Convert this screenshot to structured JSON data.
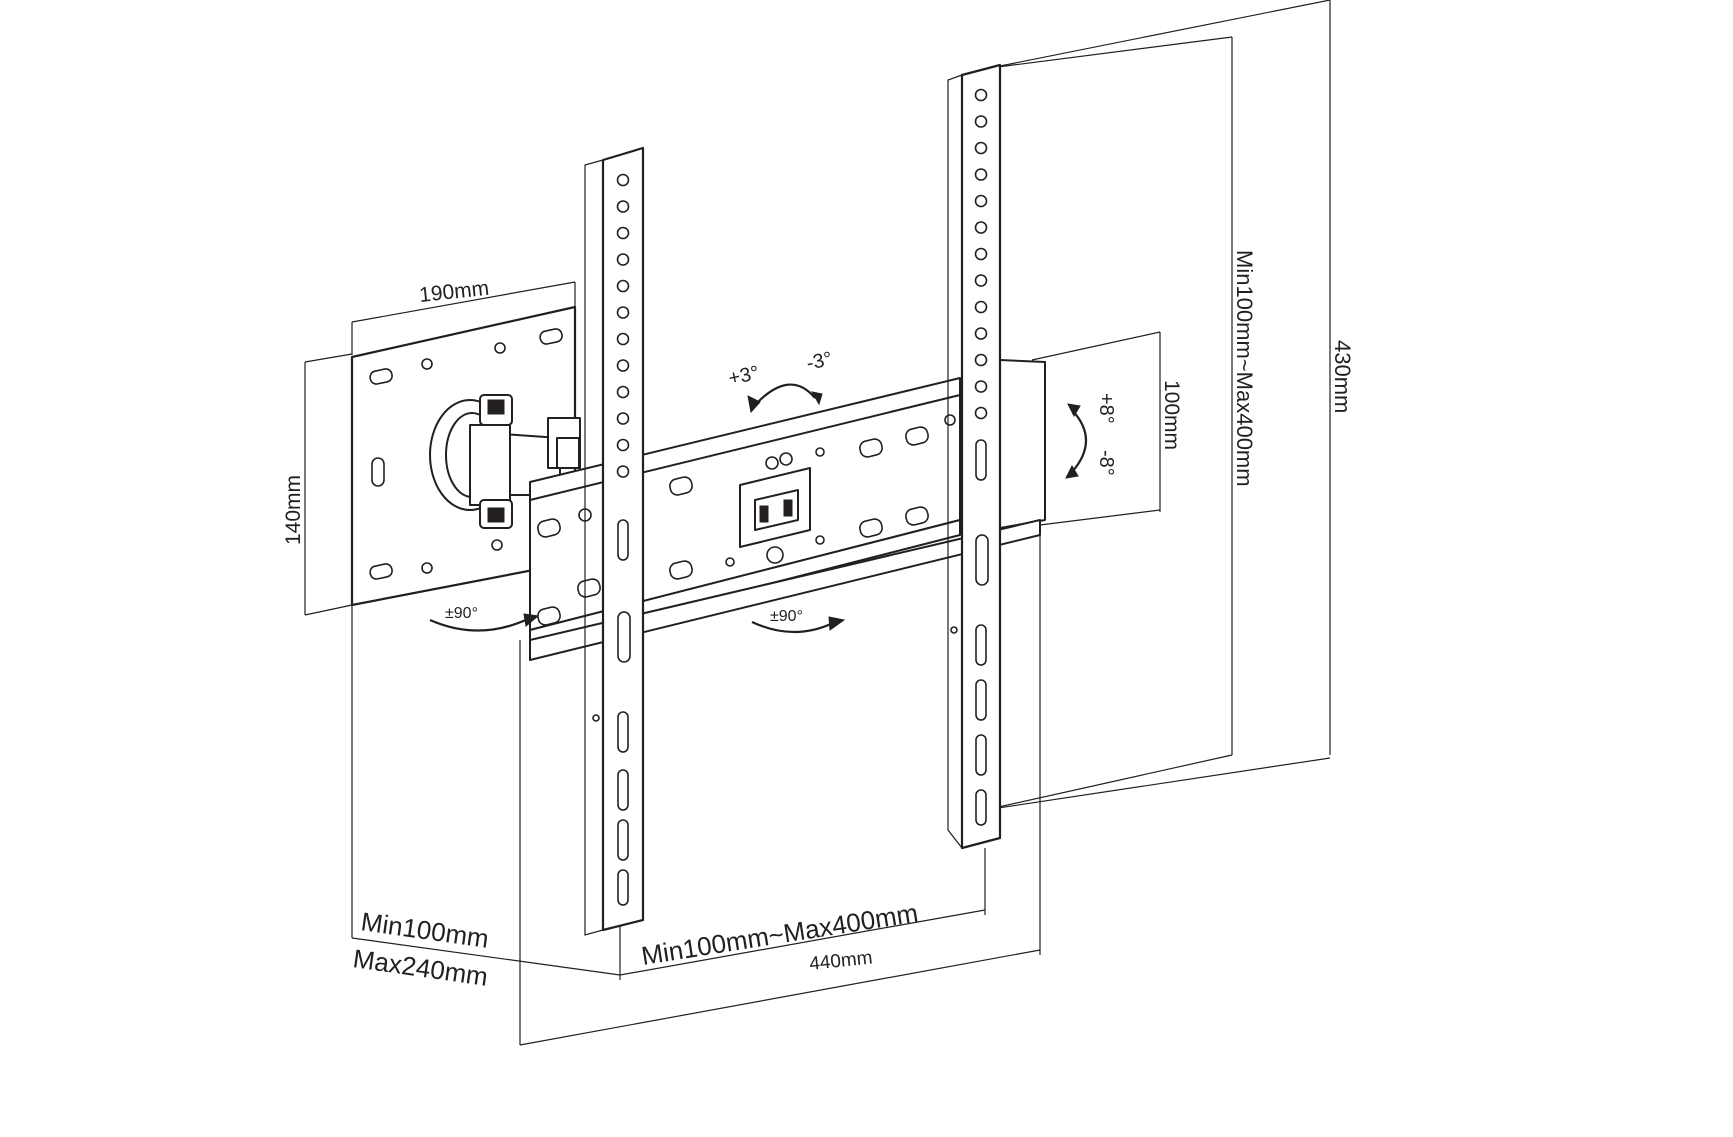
{
  "labels": {
    "arm_plate_width": "190mm",
    "arm_plate_height": "140mm",
    "tilt_side": "100mm",
    "tilt_up": "+8°",
    "tilt_down": "-8°",
    "level_plus": "+3°",
    "level_minus": "-3°",
    "swivel_left": "±90°",
    "swivel_center": "±90°",
    "vertical_range": "Min100mm~Max400mm",
    "overall_height": "430mm",
    "horizontal_range": "Min100mm~Max400mm",
    "overall_width": "440mm",
    "extension_min": "Min100mm",
    "extension_max": "Max240mm"
  },
  "colors": {
    "line": "#231f20",
    "background": "#ffffff"
  }
}
